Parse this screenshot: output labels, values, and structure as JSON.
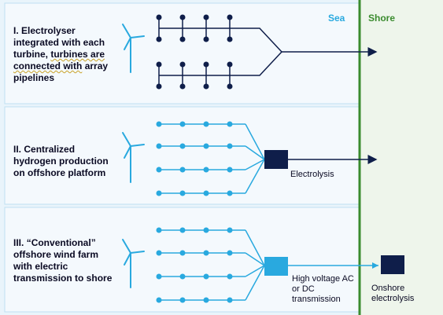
{
  "zones": {
    "sea": {
      "label": "Sea",
      "color": "#29a9df"
    },
    "shore": {
      "label": "Shore",
      "color": "#3a8b2e"
    }
  },
  "scenarios": [
    {
      "numeral": "I.",
      "line1_pre": "Electrolyser integrated with each turbine, ",
      "line1_flag": "turbines are",
      "line2": "connected with",
      "line2_flag": "array",
      "line3": "pipelines"
    },
    {
      "numeral": "II.",
      "text": "Centralized hydrogen production on offshore platform"
    },
    {
      "numeral": "III.",
      "text": "“Conventional” offshore wind farm with electric transmission to shore"
    }
  ],
  "labels": {
    "electrolysis": "Electrolysis",
    "transmission": "High voltage AC or DC transmission",
    "onshore": "Onshore electrolysis"
  },
  "colors": {
    "dark_node": "#0f1e4a",
    "light_node": "#29a9df",
    "sea_band": "#e9f4fb",
    "shore_band": "#eef5eb",
    "panel_border": "#bfe0f2",
    "shore_line": "#3a8b2e",
    "turbine": "#29a9df"
  },
  "icons": [
    "wind-turbine-icon",
    "arrow-right-icon"
  ]
}
